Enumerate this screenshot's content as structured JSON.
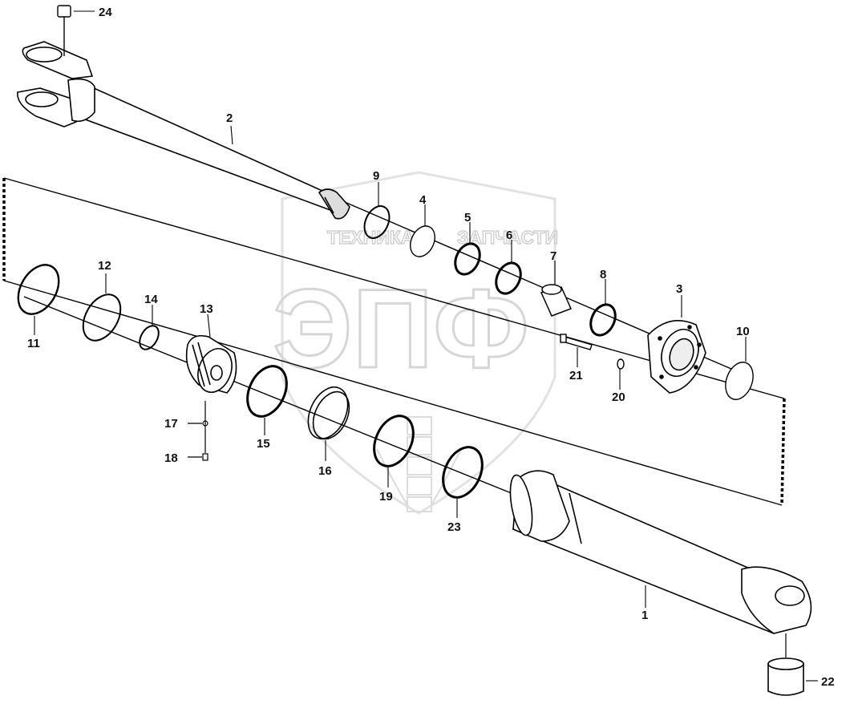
{
  "watermark": {
    "top_text": "ТЕХНИКА",
    "top_text_right": "ЗАПЧАСТИ",
    "logo_letters": "ЭПФ"
  },
  "parts": [
    {
      "id": "1",
      "label": "1"
    },
    {
      "id": "2",
      "label": "2"
    },
    {
      "id": "3",
      "label": "3"
    },
    {
      "id": "4",
      "label": "4"
    },
    {
      "id": "5",
      "label": "5"
    },
    {
      "id": "6",
      "label": "6"
    },
    {
      "id": "7",
      "label": "7"
    },
    {
      "id": "8",
      "label": "8"
    },
    {
      "id": "9",
      "label": "9"
    },
    {
      "id": "10",
      "label": "10"
    },
    {
      "id": "11",
      "label": "11"
    },
    {
      "id": "12",
      "label": "12"
    },
    {
      "id": "13",
      "label": "13"
    },
    {
      "id": "14",
      "label": "14"
    },
    {
      "id": "15",
      "label": "15"
    },
    {
      "id": "16",
      "label": "16"
    },
    {
      "id": "17",
      "label": "17"
    },
    {
      "id": "18",
      "label": "18"
    },
    {
      "id": "19",
      "label": "19"
    },
    {
      "id": "20",
      "label": "20"
    },
    {
      "id": "21",
      "label": "21"
    },
    {
      "id": "22",
      "label": "22"
    },
    {
      "id": "23",
      "label": "23"
    },
    {
      "id": "24",
      "label": "24"
    }
  ]
}
